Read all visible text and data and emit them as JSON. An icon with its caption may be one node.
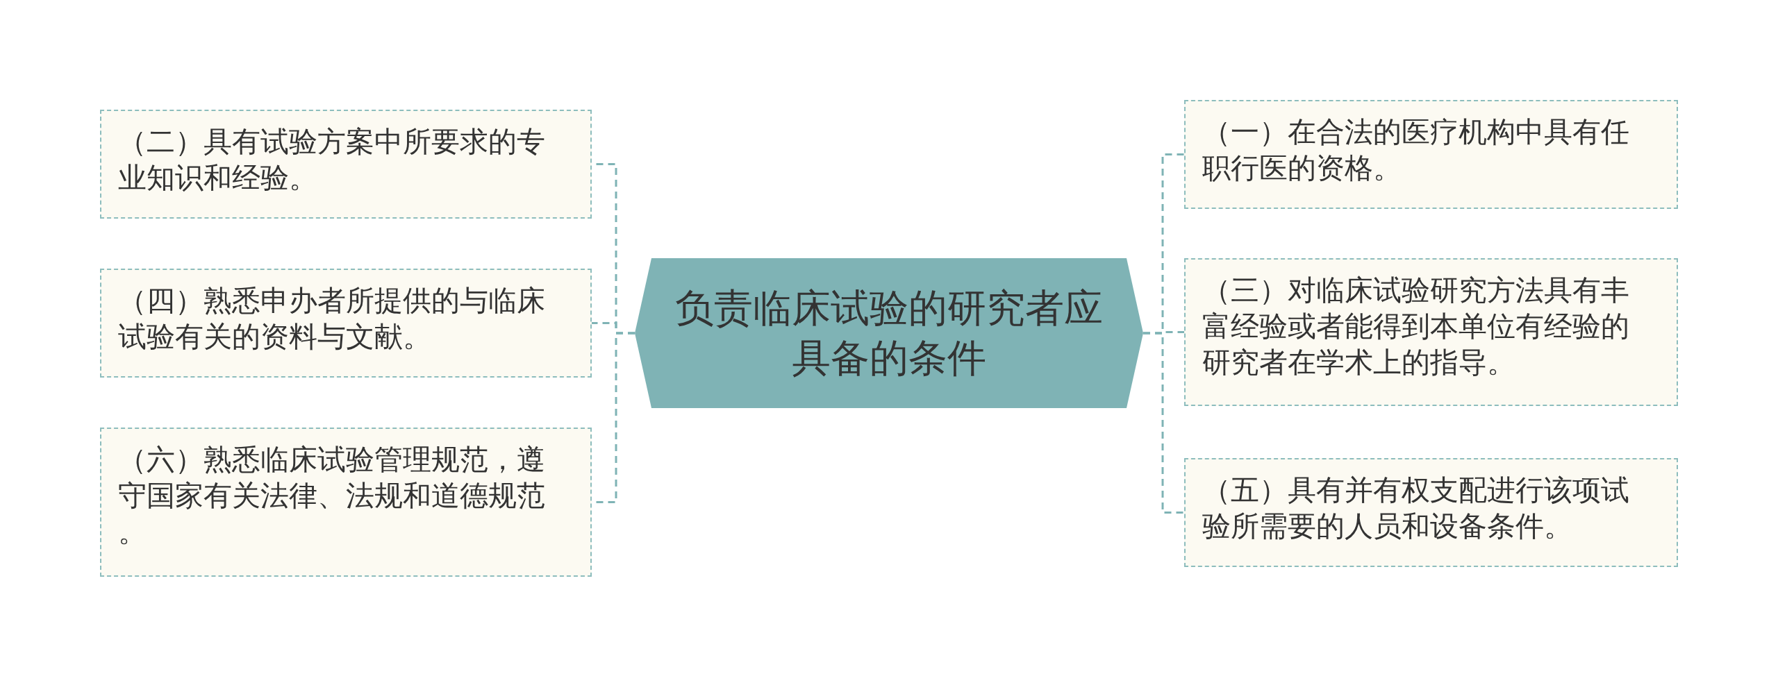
{
  "diagram": {
    "nodes": [
      {
        "text": [
          "负责临床试验的研究者应具备的条件"
        ]
      },
      {
        "text": [
          "（二）具有试验方案中所要求的专业知识和经验。"
        ]
      },
      {
        "text": [
          "（四）熟悉申办者所提供的与临床试验有关的资料与文献。"
        ]
      },
      {
        "text": [
          "（六）熟悉临床试验管理规范，遵守国家有关法律、法规和道德规范。"
        ]
      },
      {
        "text": [
          "（一）在合法的医疗机构中具有任职行医的资格。"
        ]
      },
      {
        "text": [
          "（三）对临床试验研究方法具有丰富经验或者能得到本单位有经验的研究者在学术上的指导。"
        ]
      },
      {
        "text": [
          "（五）具有并有权支配进行该项试验所需要的人员和设备条件。"
        ]
      }
    ],
    "edges": [
      {
        "from": 0,
        "to": 1,
        "arrow": "none",
        "style": "dashed"
      },
      {
        "from": 0,
        "to": 2,
        "arrow": "none",
        "style": "dashed"
      },
      {
        "from": 0,
        "to": 3,
        "arrow": "none",
        "style": "dashed"
      },
      {
        "from": 0,
        "to": 4,
        "arrow": "none",
        "style": "dashed"
      },
      {
        "from": 0,
        "to": 5,
        "arrow": "none",
        "style": "dashed"
      },
      {
        "from": 0,
        "to": 6,
        "arrow": "none",
        "style": "dashed"
      }
    ]
  }
}
